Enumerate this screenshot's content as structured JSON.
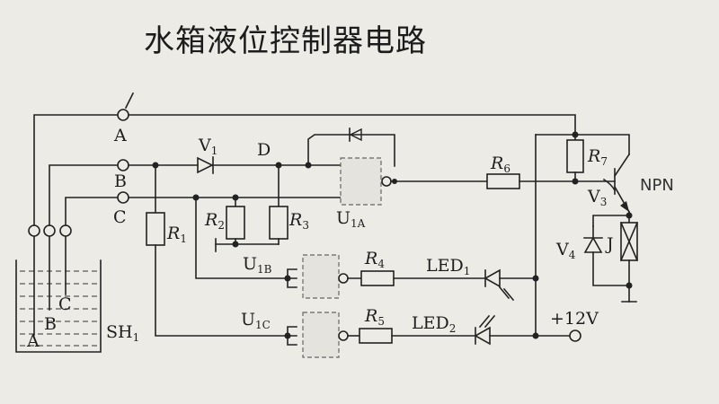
{
  "title": "水箱液位控制器电路",
  "labels": {
    "A": "A",
    "B": "B",
    "C": "C",
    "V1": "V",
    "V1_sub": "1",
    "D": "D",
    "R1": "R",
    "R1_sub": "1",
    "R2": "R",
    "R2_sub": "2",
    "R3": "R",
    "R3_sub": "3",
    "R4": "R",
    "R4_sub": "4",
    "R5": "R",
    "R5_sub": "5",
    "R6": "R",
    "R6_sub": "6",
    "R7": "R",
    "R7_sub": "7",
    "U1A": "U",
    "U1A_sub": "1A",
    "U1B": "U",
    "U1B_sub": "1B",
    "U1C": "U",
    "U1C_sub": "1C",
    "LED1": "LED",
    "LED1_sub": "1",
    "LED2": "LED",
    "LED2_sub": "2",
    "V3": "V",
    "V3_sub": "3",
    "V4": "V",
    "V4_sub": "4",
    "J": "J",
    "SH1": "SH",
    "SH1_sub": "1",
    "supply": "+12V",
    "npn_note": "NPN",
    "tank_A": "A",
    "tank_B": "B",
    "tank_C": "C"
  }
}
